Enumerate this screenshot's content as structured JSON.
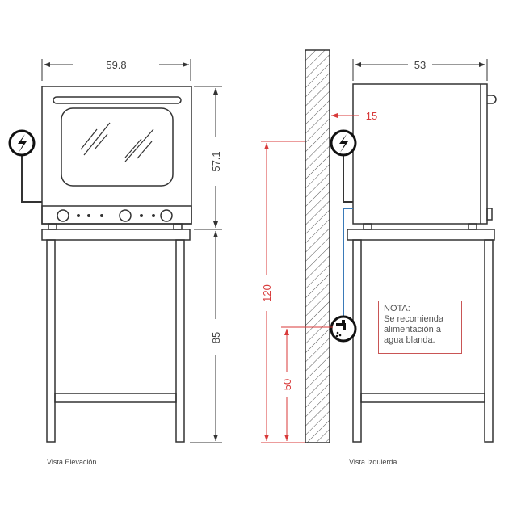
{
  "views": {
    "front": {
      "caption": "Vista Elevación",
      "width_label": "59.8",
      "oven_height_label": "57.1",
      "stand_height_label": "85"
    },
    "side": {
      "caption": "Vista Izquierda",
      "depth_label": "53",
      "wall_gap_label": "15",
      "power_height_label": "120",
      "water_height_label": "50"
    }
  },
  "note": {
    "title": "NOTA:",
    "lines": [
      "Se recomienda",
      "alimentación a",
      "agua blanda."
    ]
  },
  "icons": [
    "electric-connection-icon",
    "water-tap-icon"
  ],
  "colors": {
    "line": "#333333",
    "dimension_red": "#d83a3a",
    "water_pipe": "#3a7ab8"
  }
}
